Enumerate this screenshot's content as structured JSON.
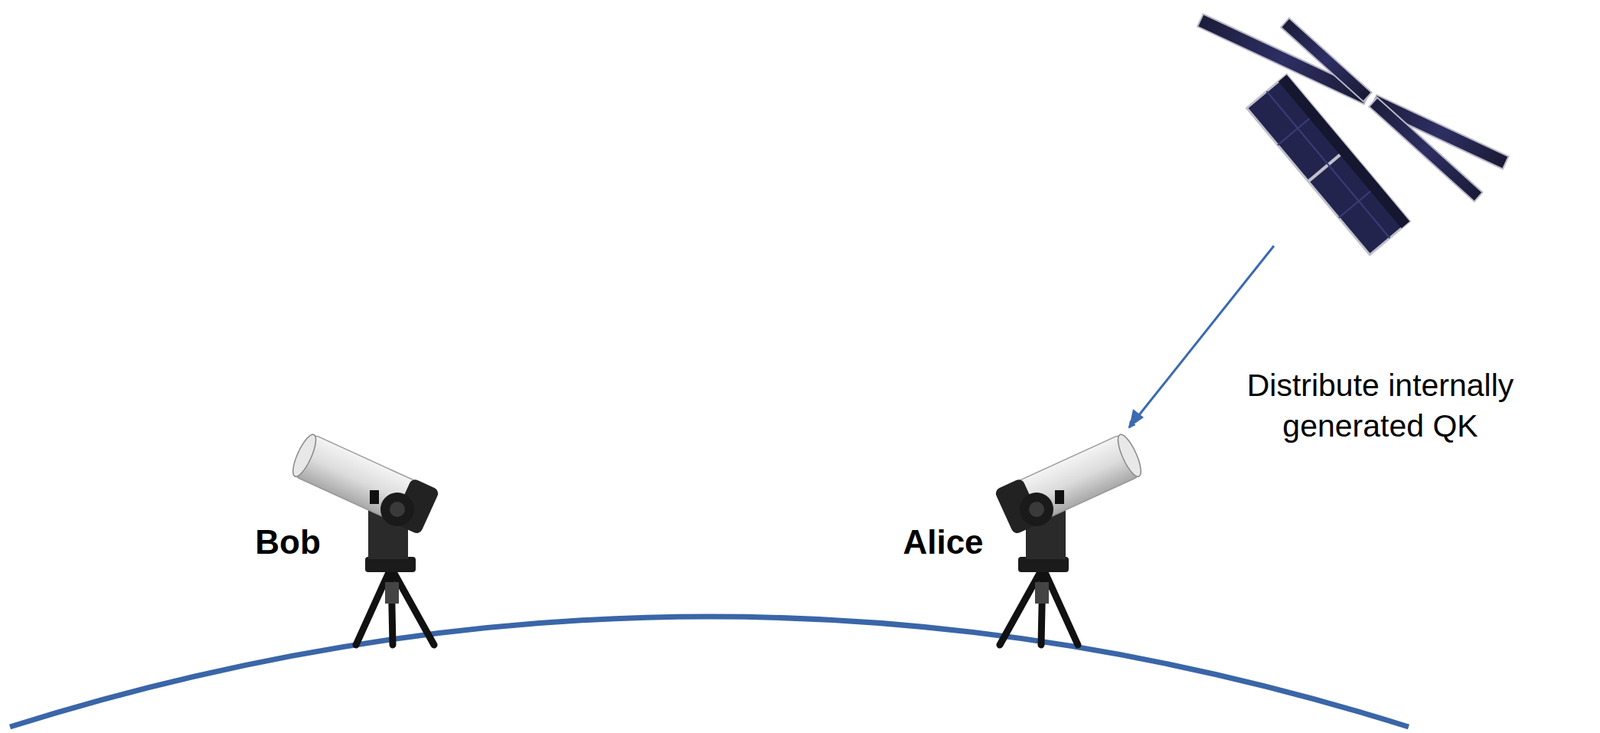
{
  "diagram": {
    "labels": [
      "Bob",
      "Alice",
      "Distribute internally generated QK"
    ]
  }
}
